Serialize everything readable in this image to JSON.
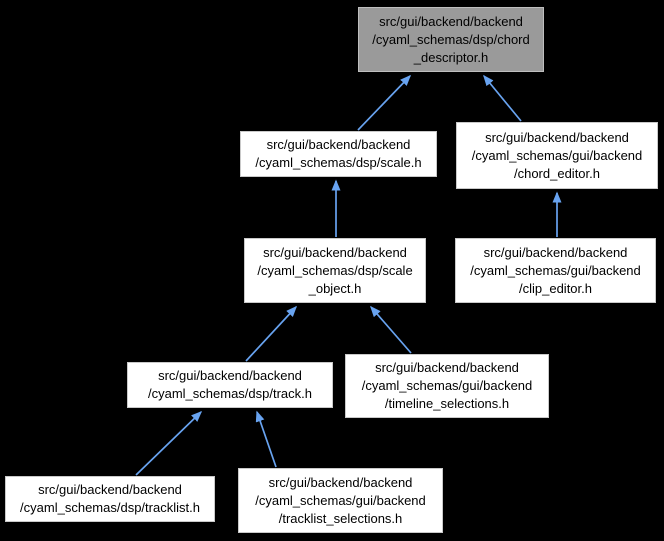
{
  "graph": {
    "type": "include-dependency-graph",
    "background_color": "#000000",
    "edge_color": "#68a3f0",
    "node_fill": "#ffffff",
    "current_node_fill": "#9a9a9a",
    "text_color": "#000000",
    "nodes": [
      {
        "id": "chord_descriptor",
        "label": "src/gui/backend/backend/cyaml_schemas/dsp/chord_descriptor.h",
        "lines": [
          "src/gui/backend/backend",
          "/cyaml_schemas/dsp/chord",
          "_descriptor.h"
        ],
        "current": true
      },
      {
        "id": "scale",
        "label": "src/gui/backend/backend/cyaml_schemas/dsp/scale.h",
        "lines": [
          "src/gui/backend/backend",
          "/cyaml_schemas/dsp/scale.h"
        ],
        "current": false
      },
      {
        "id": "chord_editor",
        "label": "src/gui/backend/backend/cyaml_schemas/gui/backend/chord_editor.h",
        "lines": [
          "src/gui/backend/backend",
          "/cyaml_schemas/gui/backend",
          "/chord_editor.h"
        ],
        "current": false
      },
      {
        "id": "scale_object",
        "label": "src/gui/backend/backend/cyaml_schemas/dsp/scale_object.h",
        "lines": [
          "src/gui/backend/backend",
          "/cyaml_schemas/dsp/scale",
          "_object.h"
        ],
        "current": false
      },
      {
        "id": "clip_editor",
        "label": "src/gui/backend/backend/cyaml_schemas/gui/backend/clip_editor.h",
        "lines": [
          "src/gui/backend/backend",
          "/cyaml_schemas/gui/backend",
          "/clip_editor.h"
        ],
        "current": false
      },
      {
        "id": "track",
        "label": "src/gui/backend/backend/cyaml_schemas/dsp/track.h",
        "lines": [
          "src/gui/backend/backend",
          "/cyaml_schemas/dsp/track.h"
        ],
        "current": false
      },
      {
        "id": "timeline_selections",
        "label": "src/gui/backend/backend/cyaml_schemas/gui/backend/timeline_selections.h",
        "lines": [
          "src/gui/backend/backend",
          "/cyaml_schemas/gui/backend",
          "/timeline_selections.h"
        ],
        "current": false
      },
      {
        "id": "tracklist",
        "label": "src/gui/backend/backend/cyaml_schemas/dsp/tracklist.h",
        "lines": [
          "src/gui/backend/backend",
          "/cyaml_schemas/dsp/tracklist.h"
        ],
        "current": false
      },
      {
        "id": "tracklist_selections",
        "label": "src/gui/backend/backend/cyaml_schemas/gui/backend/tracklist_selections.h",
        "lines": [
          "src/gui/backend/backend",
          "/cyaml_schemas/gui/backend",
          "/tracklist_selections.h"
        ],
        "current": false
      }
    ],
    "edges": [
      {
        "from": "scale",
        "to": "chord_descriptor"
      },
      {
        "from": "chord_editor",
        "to": "chord_descriptor"
      },
      {
        "from": "scale_object",
        "to": "scale"
      },
      {
        "from": "clip_editor",
        "to": "chord_editor"
      },
      {
        "from": "track",
        "to": "scale_object"
      },
      {
        "from": "timeline_selections",
        "to": "scale_object"
      },
      {
        "from": "tracklist",
        "to": "track"
      },
      {
        "from": "tracklist_selections",
        "to": "track"
      }
    ]
  }
}
